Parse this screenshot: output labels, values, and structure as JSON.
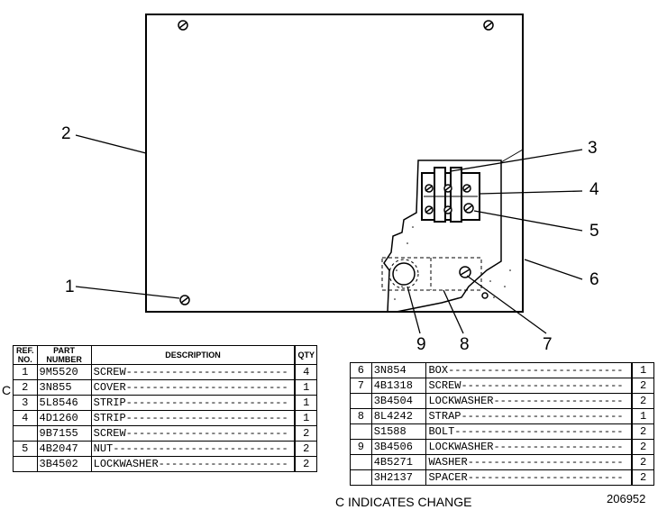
{
  "callouts": [
    "1",
    "2",
    "3",
    "4",
    "5",
    "6",
    "7",
    "8",
    "9"
  ],
  "table_left": {
    "headers": {
      "ref": "REF.\nNO.",
      "part": "PART\nNUMBER",
      "desc": "DESCRIPTION",
      "qty": "QTY"
    },
    "rows": [
      {
        "ref": "1",
        "part": "9M5520",
        "desc": "SCREW",
        "qty": "4"
      },
      {
        "ref": "2",
        "part": "3N855",
        "desc": "COVER",
        "qty": "1"
      },
      {
        "ref": "3",
        "part": "5L8546",
        "desc": "STRIP",
        "qty": "1"
      },
      {
        "ref": "4",
        "part": "4D1260",
        "desc": "STRIP",
        "qty": "1"
      },
      {
        "ref": "",
        "part": "9B7155",
        "desc": "SCREW",
        "qty": "2"
      },
      {
        "ref": "5",
        "part": "4B2047",
        "desc": "NUT",
        "qty": "2"
      },
      {
        "ref": "",
        "part": "3B4502",
        "desc": "LOCKWASHER",
        "qty": "2"
      }
    ]
  },
  "table_right": {
    "rows": [
      {
        "ref": "6",
        "part": "3N854",
        "desc": "BOX",
        "qty": "1"
      },
      {
        "ref": "7",
        "part": "4B1318",
        "desc": "SCREW",
        "qty": "2"
      },
      {
        "ref": "",
        "part": "3B4504",
        "desc": "LOCKWASHER",
        "qty": "2"
      },
      {
        "ref": "8",
        "part": "8L4242",
        "desc": "STRAP",
        "qty": "1"
      },
      {
        "ref": "",
        "part": "S1588",
        "desc": "BOLT",
        "qty": "2"
      },
      {
        "ref": "9",
        "part": "3B4506",
        "desc": "LOCKWASHER",
        "qty": "2"
      },
      {
        "ref": "",
        "part": "4B5271",
        "desc": "WASHER",
        "qty": "2"
      },
      {
        "ref": "",
        "part": "3H2137",
        "desc": "SPACER",
        "qty": "2"
      }
    ]
  },
  "change_mark": "C",
  "footer_note": "C INDICATES CHANGE",
  "drawing_number": "206952"
}
